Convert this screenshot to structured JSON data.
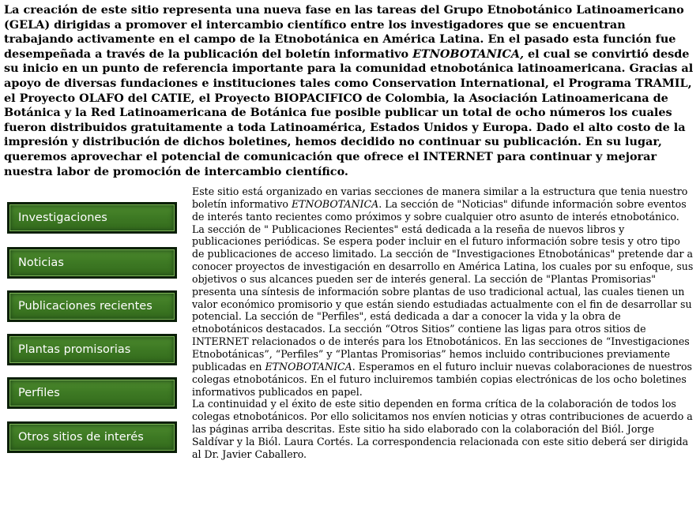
{
  "intro": {
    "text_a": "La creación de este sitio representa una nueva fase en las tareas del Grupo Etnobotánico Latinoamericano (GELA) dirigidas a promover el intercambio científico entre los investigadores que se encuentran trabajando activamente en el campo de la Etnobotánica en América Latina. En el pasado esta función fue desempeñada a través de la publicación del boletín informativo ",
    "italic_title": "ETNOBOTANICA,",
    "text_b": " el cual se convirtió desde su inicio en un punto de referencia importante para la comunidad etnobotánica latinoamericana. Gracias al apoyo de diversas fundaciones e instituciones tales como Conservation International, el Programa TRAMIL, el Proyecto OLAFO del CATIE, el Proyecto BIOPACIFICO de Colombia, la Asociación Latinoamericana de Botánica y la Red Latinoamericana de Botánica fue posible publicar un total de ocho números los cuales fueron distribuidos gratuitamente a toda Latinoamérica, Estados Unidos y Europa. Dado el alto costo de la impresión y distribución de dichos boletines, hemos decidido no continuar su publicación. En su lugar, queremos aprovechar el potencial de comunicación que ofrece el INTERNET para continuar y mejorar nuestra labor de promoción de intercambio científico."
  },
  "nav": {
    "items": [
      {
        "label": "Investigaciones"
      },
      {
        "label": "Noticias"
      },
      {
        "label": "Publicaciones recientes"
      },
      {
        "label": "Plantas promisorias"
      },
      {
        "label": "Perfiles"
      },
      {
        "label": "Otros sitios de interés"
      }
    ]
  },
  "description": {
    "p1_a": "Este sitio está organizado en varias secciones de manera similar a la estructura que tenia nuestro boletín informativo ",
    "p1_title1": "ETNOBOTANICA",
    "p1_b": ". La sección de \"Noticias\" difunde información sobre eventos de interés tanto recientes como próximos y sobre cualquier otro asunto de interés etnobotánico. La sección de \" Publicaciones Recientes\" está  dedicada a la reseña de nuevos libros y publicaciones periódicas. Se espera poder incluir en el futuro información sobre tesis y otro tipo de publicaciones de acceso limitado. La sección de \"Investigaciones Etnobotánicas\" pretende dar a conocer proyectos de investigación en desarrollo en América Latina, los cuales por su enfoque, sus objetivos o sus alcances pueden ser de interés general. La sección de \"Plantas Promisorias\" presenta una síntesis de información sobre plantas de uso tradicional actual, las cuales tienen un valor económico promisorio y que están siendo estudiadas actualmente con el fin de desarrollar su potencial. La sección de  \"Perfiles\", está  dedicada a dar a conocer la vida y la obra de etnobotánicos destacados. La sección “Otros Sitios” contiene las ligas para otros sitios de INTERNET relacionados o de interés para los Etnobotánicos. En las secciones de “Investigaciones Etnobotánicas”, “Perfiles” y “Plantas Promisorias” hemos incluido contribuciones previamente publicadas en ",
    "p1_title2": "ETNOBOTANICA",
    "p1_c": ". Esperamos en el futuro incluir nuevas colaboraciones de nuestros colegas etnobotánicos. En el futuro incluiremos también  copias electrónicas de los ocho boletines informativos publicados en papel.",
    "p2": "La continuidad y el éxito de este sitio dependen en forma crítica de la colaboración de todos los colegas etnobotánicos. Por ello solicitamos nos envíen noticias y otras contribuciones de acuerdo a las páginas arriba descritas. Este sitio ha sido elaborado con la colaboración del Biól. Jorge Saldívar y la Biól. Laura Cortés. La correspondencia relacionada con este sitio deberá ser dirigida al Dr. Javier Caballero."
  },
  "colors": {
    "button_green": "#3e7a24",
    "button_border": "#0b1f08",
    "button_text": "#ffffff",
    "text": "#000000",
    "background": "#ffffff"
  }
}
